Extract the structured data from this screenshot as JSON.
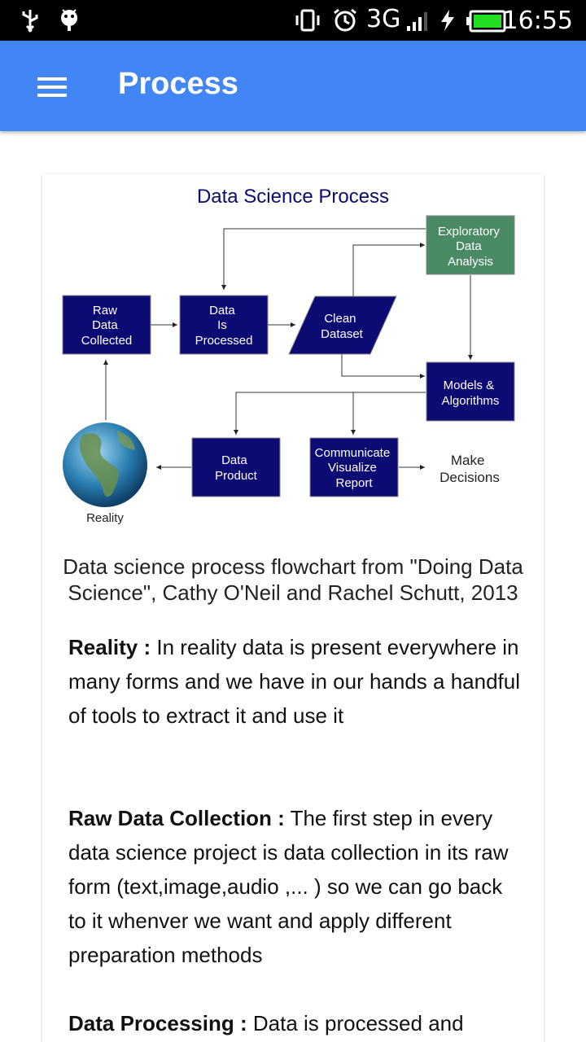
{
  "status_bar": {
    "time": "16:55",
    "network": "3G",
    "icons": [
      "usb-icon",
      "android-debug-icon",
      "vibrate-icon",
      "alarm-icon",
      "signal-icon",
      "charging-icon",
      "battery-icon"
    ]
  },
  "app_bar": {
    "title": "Process",
    "menu_icon": "hamburger-menu-icon",
    "color": "#4285f4"
  },
  "diagram": {
    "title": "Data Science Process",
    "nodes": {
      "raw": [
        "Raw",
        "Data",
        "Collected"
      ],
      "processed": [
        "Data",
        "Is",
        "Processed"
      ],
      "clean": [
        "Clean",
        "Dataset"
      ],
      "eda": [
        "Exploratory",
        "Data",
        "Analysis"
      ],
      "models": [
        "Models &",
        "Algorithms"
      ],
      "product": [
        "Data",
        "Product"
      ],
      "communicate": [
        "Communicate",
        "Visualize",
        "Report"
      ],
      "decisions": [
        "Make",
        "Decisions"
      ],
      "reality": "Reality"
    },
    "colors": {
      "box": "#0b0b73",
      "eda": "#4a8a65",
      "text": "#0b0b73"
    }
  },
  "caption": "Data science process flowchart from \"Doing Data Science\", Cathy O'Neil and Rachel Schutt, 2013",
  "sections": [
    {
      "term": "Reality :",
      "text": " In reality data is present everywhere in many forms and we have in our hands a handful of tools to extract it and use it"
    },
    {
      "term": "Raw Data Collection :",
      "text": " The first step in every data science project is data collection in its raw form (text,image,audio ,... ) so we can go back to it whenver we want and apply different preparation methods"
    },
    {
      "term": "Data Processing :",
      "text": " Data is processed and"
    }
  ]
}
